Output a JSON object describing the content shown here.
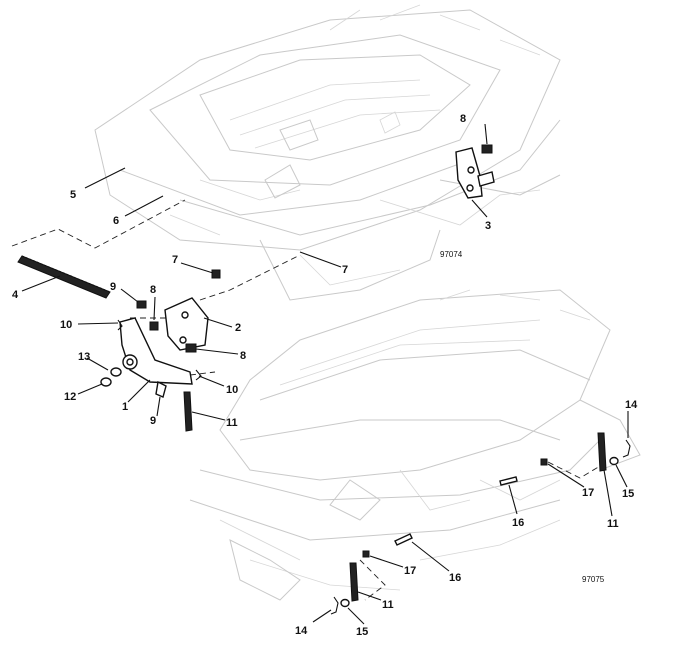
{
  "figures": [
    {
      "id": "upper",
      "number": "97074"
    },
    {
      "id": "lower",
      "number": "97075"
    }
  ],
  "callouts": {
    "c1": "1",
    "c2": "2",
    "c3": "3",
    "c4": "4",
    "c5": "5",
    "c6": "6",
    "c7a": "7",
    "c7b": "7",
    "c8a": "8",
    "c8b": "8",
    "c8c": "8",
    "c9a": "9",
    "c9b": "9",
    "c10a": "10",
    "c10b": "10",
    "c11a": "11",
    "c11b": "11",
    "c11c": "11",
    "c12": "12",
    "c13": "13",
    "c14a": "14",
    "c14b": "14",
    "c15a": "15",
    "c15b": "15",
    "c16a": "16",
    "c16b": "16",
    "c17a": "17",
    "c17b": "17"
  }
}
